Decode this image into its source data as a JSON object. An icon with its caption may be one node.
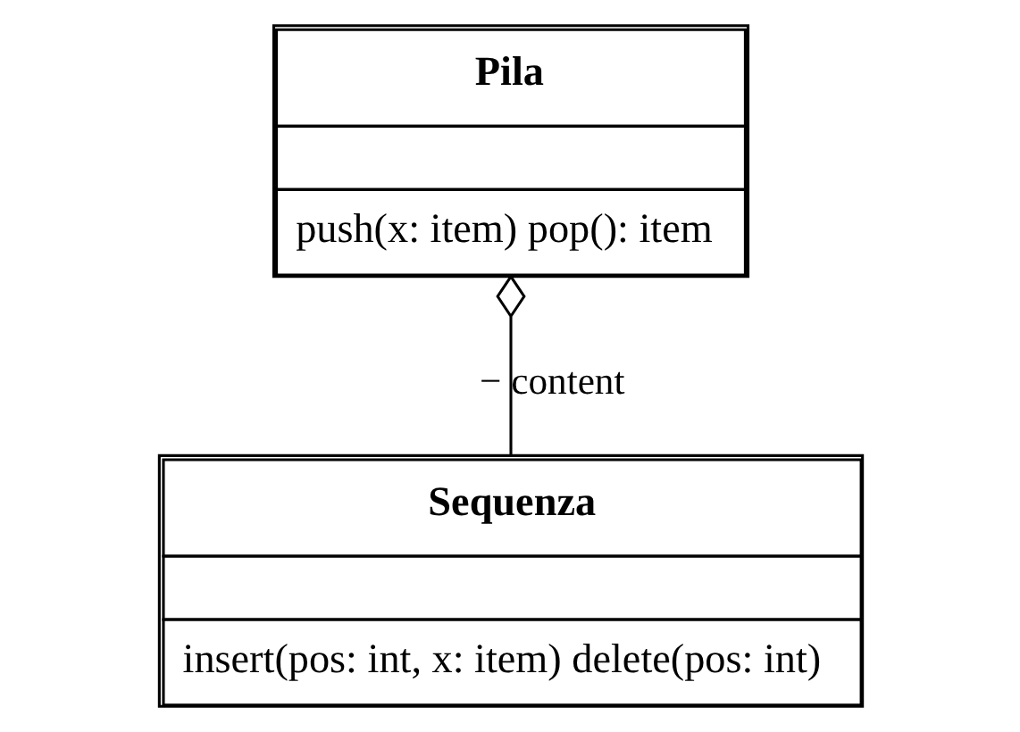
{
  "diagram": {
    "nodes": [
      {
        "text": [
          "Pila",
          "push(x: item) pop(): item"
        ]
      },
      {
        "text": [
          "Sequenza",
          "insert(pos: int, x: item) delete(pos: int)"
        ]
      }
    ],
    "edges": [
      {
        "from": 0,
        "to": 1,
        "arrow": "other",
        "label": "− content"
      }
    ]
  }
}
